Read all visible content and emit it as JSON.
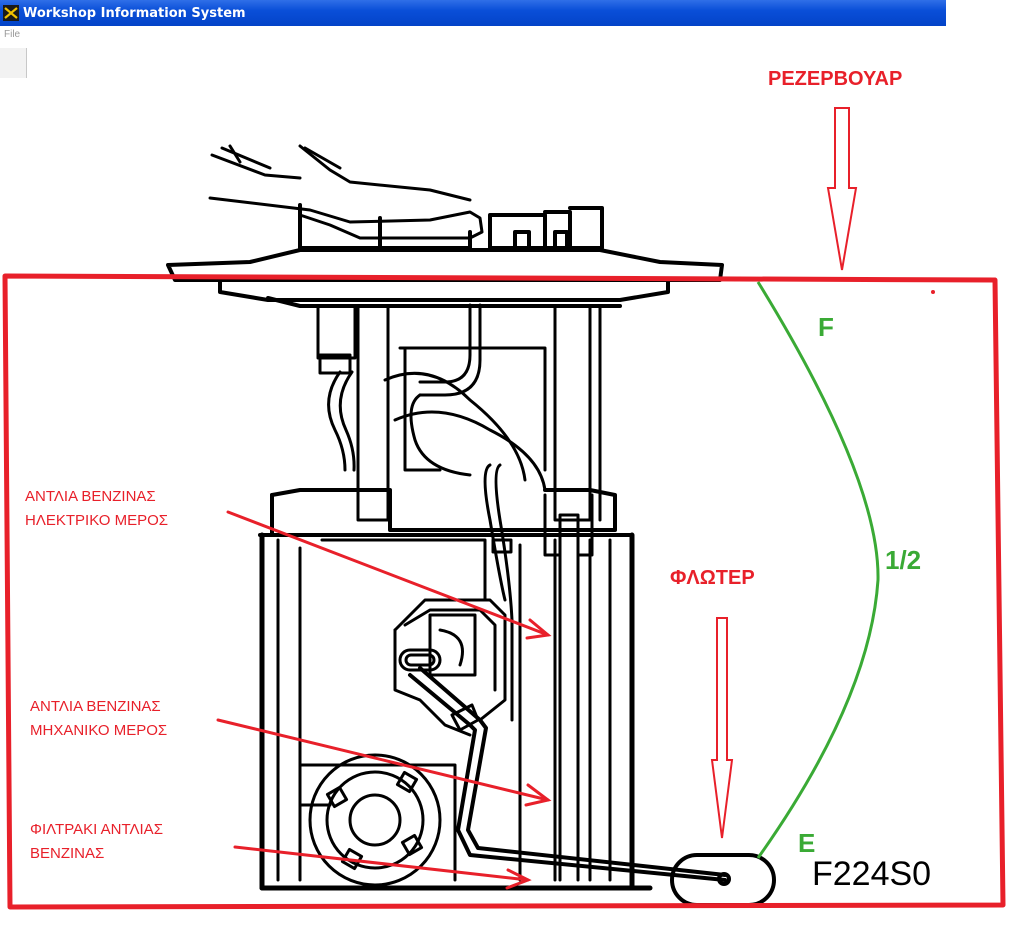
{
  "window": {
    "title": "Workshop Information System",
    "menu_first": "File"
  },
  "labels": {
    "tank": "ΡΕΖΕΡΒΟΥΑΡ",
    "float": "ΦΛΩΤΕΡ",
    "pump_electric_line1": "ΑΝΤΛΙΑ ΒΕΝΖΙΝΑΣ",
    "pump_electric_line2": "ΗΛΕΚΤΡΙΚΟ ΜΕΡΟΣ",
    "pump_mechanical_line1": "ΑΝΤΛΙΑ ΒΕΝΖΙΝΑΣ",
    "pump_mechanical_line2": "ΜΗΧΑΝΙΚΟ ΜΕΡΟΣ",
    "filter_line1": "ΦΙΛΤΡΑΚΙ ΑΝΤΛΙΑΣ",
    "filter_line2": "ΒΕΝΖΙΝΑΣ"
  },
  "gauge": {
    "full": "F",
    "half": "1/2",
    "empty": "E"
  },
  "figure_code": "F224S0",
  "colors": {
    "annotation_red": "#e8202a",
    "gauge_green": "#3aaa35",
    "titlebar_blue": "#0a4fd8",
    "line_black": "#000000"
  }
}
